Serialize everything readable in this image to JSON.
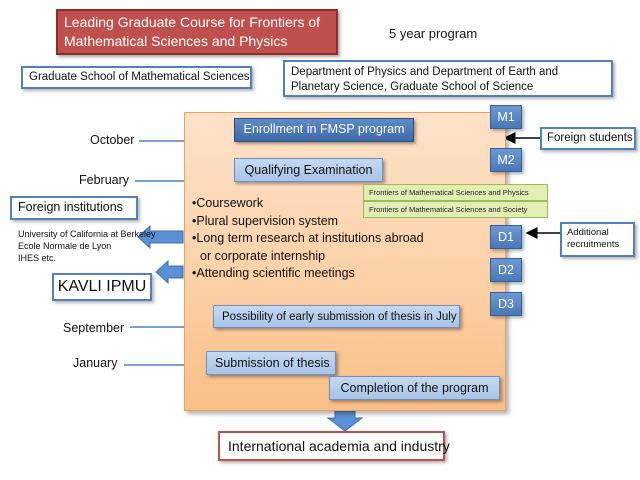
{
  "title": "Leading Graduate Course for Frontiers of Mathematical Sciences and Physics",
  "program_length": "5 year program",
  "math_school": "Graduate School of Mathematical Sciences",
  "science_school": "Department of Physics and Department of Earth and Planetary Science, Graduate School of Science",
  "months": {
    "october": "October",
    "february": "February",
    "september": "September",
    "january": "January"
  },
  "steps": {
    "enrollment": "Enrollment in FMSP program",
    "qualifying": "Qualifying Examination",
    "early_submission": "Possibility of early submission of thesis in July",
    "submission": "Submission of thesis",
    "completion": "Completion of the program"
  },
  "tracks": [
    "Frontiers of Mathematical Sciences and Physics",
    "Frontiers of Mathematical Sciences and Society"
  ],
  "activities": [
    "•Coursework",
    "•Plural supervision system",
    "•Long term research at institutions abroad",
    "  or corporate internship",
    "•Attending scientific meetings"
  ],
  "levels": [
    "M1",
    "M2",
    "D1",
    "D2",
    "D3"
  ],
  "foreign_students": "Foreign students",
  "additional_recruitments": "Additional recruitments",
  "foreign_institutions": {
    "label": "Foreign institutions",
    "list": [
      "University of California at Berkeley",
      "Ecole Normale de Lyon",
      "IHES  etc."
    ]
  },
  "kavli": "KAVLI IPMU",
  "destination": "International academia and industry",
  "colors": {
    "title_red": "#c0504d",
    "panel_orange": "#fbd1a8",
    "box_blue": "#a9c4e8",
    "level_blue": "#4a79b8",
    "track_green": "#e2efb4",
    "arrow_blue": "#5b8fd6"
  }
}
